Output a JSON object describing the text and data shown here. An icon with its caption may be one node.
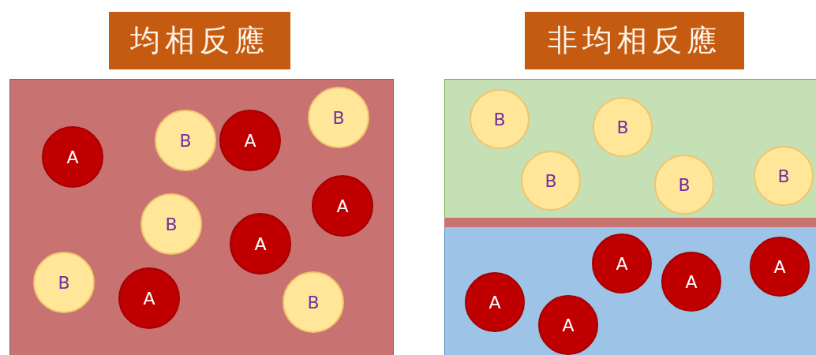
{
  "diagram": {
    "nodes": [
      {
        "text": [
          "均相反應"
        ]
      },
      {
        "text": [],
        "shape": "box"
      },
      {
        "text": [
          "B"
        ],
        "in": 1
      },
      {
        "text": [
          "B"
        ],
        "in": 1
      },
      {
        "text": [
          "A"
        ],
        "in": 1
      },
      {
        "text": [
          "A"
        ],
        "in": 1
      },
      {
        "text": [
          "A"
        ],
        "in": 1
      },
      {
        "text": [
          "B"
        ],
        "in": 1
      },
      {
        "text": [
          "A"
        ],
        "in": 1
      },
      {
        "text": [
          "B"
        ],
        "in": 1
      },
      {
        "text": [
          "A"
        ],
        "in": 1
      },
      {
        "text": [
          "B"
        ],
        "in": 1
      },
      {
        "text": [
          "非均相反應"
        ]
      },
      {
        "text": [],
        "shape": "box"
      },
      {
        "text": [
          "B"
        ],
        "in": 13
      },
      {
        "text": [
          "B"
        ],
        "in": 13
      },
      {
        "text": [
          "B"
        ],
        "in": 13
      },
      {
        "text": [
          "B"
        ],
        "in": 13
      },
      {
        "text": [
          "B"
        ],
        "in": 13
      },
      {
        "text": [],
        "shape": "box"
      },
      {
        "text": [
          "A"
        ],
        "in": 19
      },
      {
        "text": [
          "A"
        ],
        "in": 19
      },
      {
        "text": [
          "A"
        ],
        "in": 19
      },
      {
        "text": [
          "A"
        ],
        "in": 19
      },
      {
        "text": [
          "A"
        ],
        "in": 19
      }
    ]
  }
}
